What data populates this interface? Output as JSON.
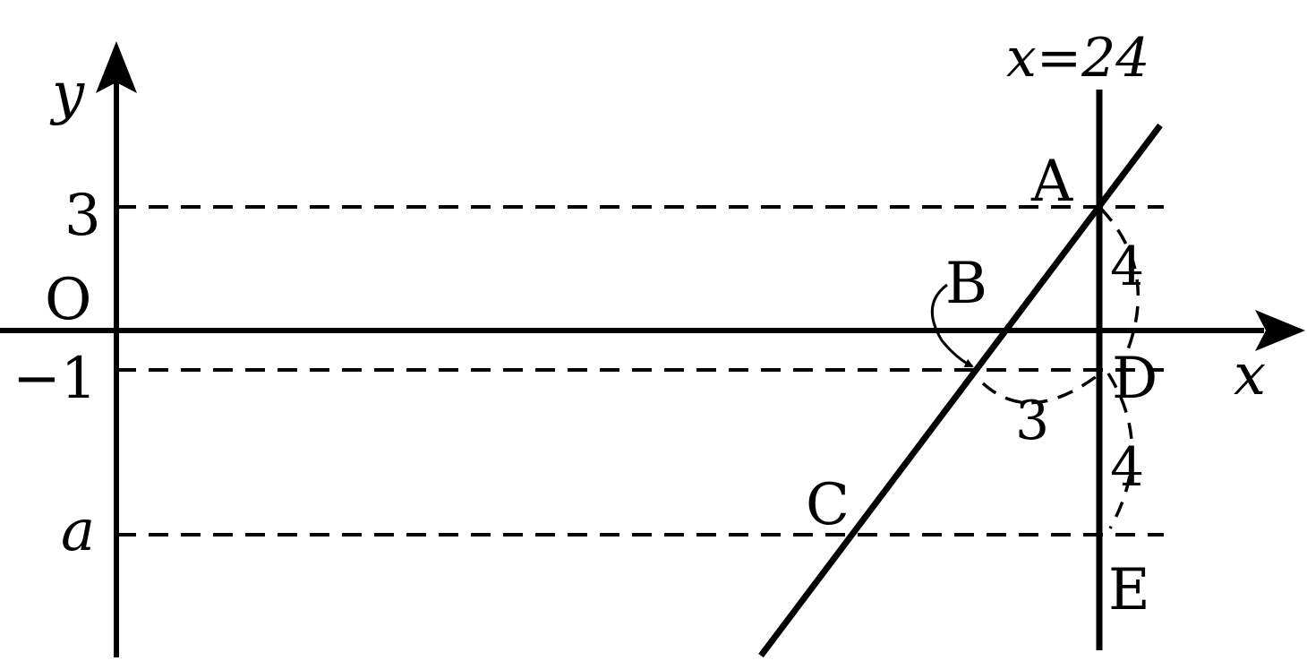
{
  "figure": {
    "axes": {
      "x_label": "x",
      "y_label": "y",
      "origin_label": "O"
    },
    "y_ticks": {
      "top": "3",
      "middle": "−1",
      "bottom": "a"
    },
    "vertical_line_label": "x=24",
    "points": {
      "A": "A",
      "B": "B",
      "C": "C",
      "D": "D",
      "E": "E"
    },
    "measures": {
      "AD": "4",
      "BD": "3",
      "DE": "4"
    }
  }
}
